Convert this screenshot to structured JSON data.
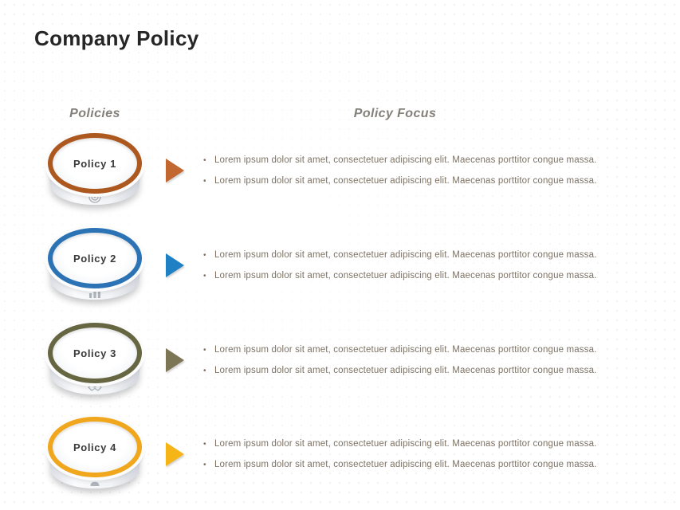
{
  "slide": {
    "title": "Company Policy",
    "left_header": "Policies",
    "right_header": "Policy Focus"
  },
  "bullet_char": "•",
  "colors": {
    "title_text": "#262626",
    "header_text": "#84807a",
    "body_text": "#7d7264"
  },
  "policies": [
    {
      "label": "Policy 1",
      "ring_color": "#AC581F",
      "arrow_color": "#C2672F",
      "icon": "target-icon",
      "bullets": [
        "Lorem ipsum dolor sit amet, consectetuer adipiscing elit. Maecenas porttitor congue massa.",
        "Lorem ipsum dolor sit amet, consectetuer adipiscing elit. Maecenas porttitor congue massa."
      ]
    },
    {
      "label": "Policy 2",
      "ring_color": "#2C73B5",
      "arrow_color": "#1F80C4",
      "icon": "bar-chart-icon",
      "bullets": [
        "Lorem ipsum dolor sit amet, consectetuer adipiscing elit. Maecenas porttitor congue massa.",
        "Lorem ipsum dolor sit amet, consectetuer adipiscing elit. Maecenas porttitor congue massa."
      ]
    },
    {
      "label": "Policy 3",
      "ring_color": "#666642",
      "arrow_color": "#7C7657",
      "icon": "handshake-icon",
      "bullets": [
        "Lorem ipsum dolor sit amet, consectetuer adipiscing elit. Maecenas porttitor congue massa.",
        "Lorem ipsum dolor sit amet, consectetuer adipiscing elit. Maecenas porttitor congue massa."
      ]
    },
    {
      "label": "Policy 4",
      "ring_color": "#F0A61D",
      "arrow_color": "#F6B517",
      "icon": "person-icon",
      "bullets": [
        "Lorem ipsum dolor sit amet, consectetuer adipiscing elit. Maecenas porttitor congue massa.",
        "Lorem ipsum dolor sit amet, consectetuer adipiscing elit. Maecenas porttitor congue massa."
      ]
    }
  ]
}
